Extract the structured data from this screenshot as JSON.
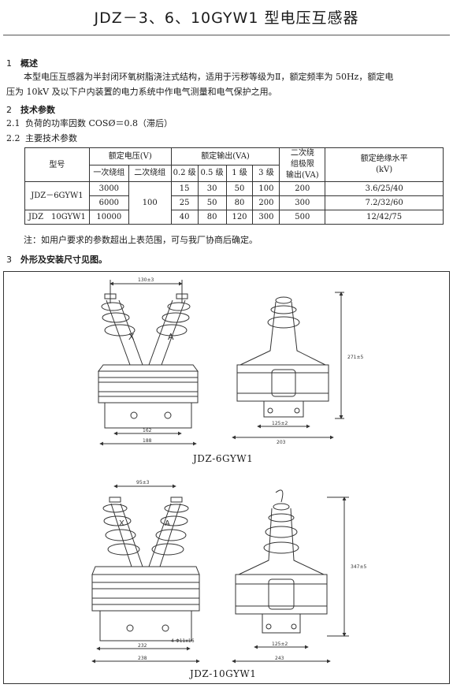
{
  "title": "JDZ－3、6、10GYW1 型电压互感器",
  "sections": [
    {
      "num": "1",
      "heading": "概述"
    },
    {
      "num": "2",
      "heading": "技术参数"
    },
    {
      "num": "3",
      "heading": "外形及安装尺寸见图。"
    }
  ],
  "overview": {
    "line1": "本型电压互感器为半封闭环氧树脂浇注式结构，适用于污秽等级为Ⅱ，额定频率为 50Hz，额定电",
    "line2": "压为 10kV 及以下户内装置的电力系统中作电气测量和电气保护之用。"
  },
  "params": {
    "p21_num": "2.1",
    "p21_text": "负荷的功率因数 COSØ＝0.8（滞后）",
    "p22_num": "2.2",
    "p22_text": "主要技术参数"
  },
  "table": {
    "h_model": "型号",
    "h_rated_voltage": "额定电压(V)",
    "h_primary": "一次绕组",
    "h_secondary": "二次绕组",
    "h_rated_output": "额定输出(VA)",
    "h_c02": "0.2 级",
    "h_c05": "0.5 级",
    "h_c1": "1 级",
    "h_c3": "3 级",
    "h_limit_l1": "二次绕",
    "h_limit_l2": "组极限",
    "h_limit_l3": "输出(VA)",
    "h_insul_l1": "额定绝缘水平",
    "h_insul_l2": "(kV)",
    "model_6": "JDZ－6GYW1",
    "model_10": "JDZ　10GYW1",
    "secondary_value": "100",
    "rows": [
      {
        "primary": "3000",
        "c02": "15",
        "c05": "30",
        "c1": "50",
        "c3": "100",
        "limit": "200",
        "insul": "3.6/25/40"
      },
      {
        "primary": "6000",
        "c02": "25",
        "c05": "50",
        "c1": "80",
        "c3": "200",
        "limit": "300",
        "insul": "7.2/32/60"
      },
      {
        "primary": "10000",
        "c02": "40",
        "c05": "80",
        "c1": "120",
        "c3": "300",
        "limit": "500",
        "insul": "12/42/75"
      }
    ]
  },
  "note": "注：如用户要求的参数超出上表范围，可与我厂协商后确定。",
  "figures": {
    "caption_top": "JDZ-6GYW1",
    "caption_bottom": "JDZ-10GYW1",
    "label_x": "X",
    "label_a": "A",
    "dims_top": {
      "pitch": "130±3",
      "base_inner": "162",
      "base_outer": "188",
      "height": "271±5",
      "side_inner": "125±2",
      "side_outer": "203"
    },
    "dims_bottom": {
      "pitch": "95±3",
      "base_inner": "232",
      "base_outer": "238",
      "holes": "4-Φ11x16",
      "height": "347±5",
      "side_inner": "125±2",
      "side_outer": "243"
    }
  }
}
